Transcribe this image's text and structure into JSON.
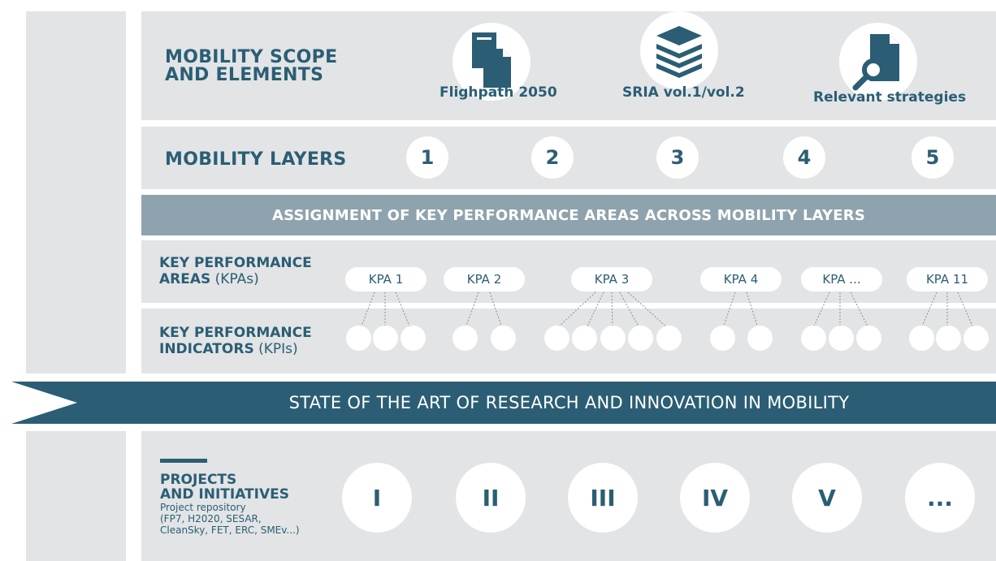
{
  "scope": {
    "title_line1": "MOBILITY SCOPE",
    "title_line2": "AND ELEMENTS",
    "items": [
      {
        "label": "Flighpath 2050",
        "icon": "document-icon"
      },
      {
        "label": "SRIA vol.1/vol.2",
        "icon": "layers-icon"
      },
      {
        "label": "Relevant strategies",
        "icon": "search-document-icon"
      }
    ]
  },
  "layers": {
    "title": "MOBILITY LAYERS",
    "numbers": [
      "1",
      "2",
      "3",
      "4",
      "5"
    ]
  },
  "assignment_banner": "ASSIGNMENT OF KEY PERFORMANCE AREAS ACROSS MOBILITY LAYERS",
  "kpa": {
    "title_bold": "KEY PERFORMANCE",
    "title_line2_bold": "AREAS",
    "title_line2_light": " (KPAs)",
    "items": [
      "KPA 1",
      "KPA 2",
      "KPA 3",
      "KPA 4",
      "KPA ...",
      "KPA 11"
    ]
  },
  "kpi": {
    "title_bold": "KEY PERFORMANCE",
    "title_line2_bold": "INDICATORS",
    "title_line2_light": " (KPIs)"
  },
  "state_banner": "STATE OF THE ART OF RESEARCH AND INNOVATION IN MOBILITY",
  "projects": {
    "title_line1": "PROJECTS",
    "title_line2": "AND INITIATIVES",
    "sub1": "Project repository",
    "sub2": "(FP7, H2020, SESAR,",
    "sub3": "CleanSky, FET, ERC, SMEv...)",
    "items": [
      "I",
      "II",
      "III",
      "IV",
      "V",
      "..."
    ]
  },
  "colors": {
    "dark_teal": "#2b5e74",
    "slate_band": "#8ea3ad",
    "light_band": "#e2e4e6"
  }
}
